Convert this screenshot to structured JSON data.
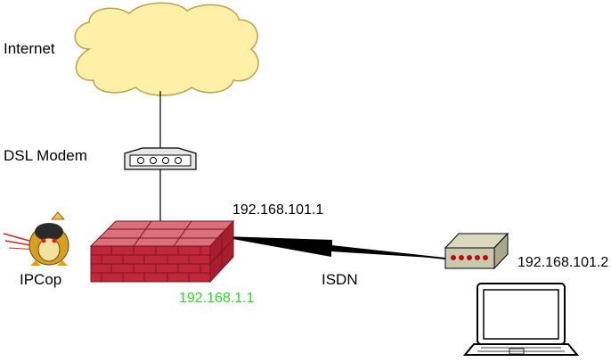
{
  "labels": {
    "internet": "Internet",
    "dsl_modem": "DSL Modem",
    "ipcop": "IPCop",
    "firewall_ip_internal": "192.168.1.1",
    "firewall_ip_isdn": "192.168.101.1",
    "isdn": "ISDN",
    "remote_ip": "192.168.101.2"
  },
  "colors": {
    "cloud_fill": "#FFF0A8",
    "firewall_brick": "#C0283A",
    "firewall_mortar": "#7A1420",
    "internal_ip_text": "#22DD22",
    "modem_fill": "#E8E8E8",
    "router_fill": "#C9C9B0",
    "router_leds": "#E00000"
  }
}
